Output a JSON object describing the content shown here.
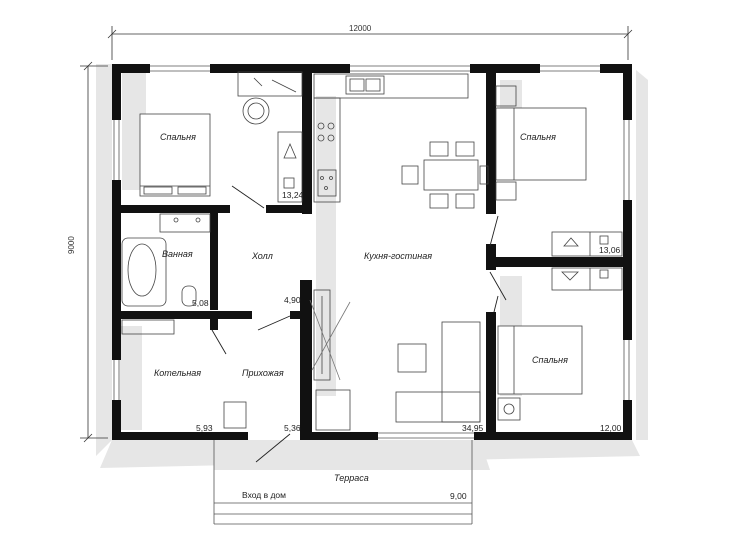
{
  "dimensions": {
    "width": "12000",
    "height": "9000"
  },
  "rooms": {
    "bedroom_nw": "Спальня",
    "bedroom_ne": "Спальня",
    "bedroom_se": "Спальня",
    "bathroom": "Ванная",
    "hall": "Холл",
    "kitchen_living": "Кухня-гостиная",
    "boiler_room": "Котельная",
    "entry_hall": "Прихожая",
    "terrace": "Терраса"
  },
  "areas": {
    "bedroom_nw": "13,24",
    "bedroom_ne": "13,06",
    "bedroom_se": "12,00",
    "bathroom": "5,08",
    "hall": "4,90",
    "kitchen_living": "34,95",
    "boiler_room": "5,93",
    "entry_hall": "5,36",
    "terrace": "9,00"
  },
  "entrance_label": "Вход в дом"
}
